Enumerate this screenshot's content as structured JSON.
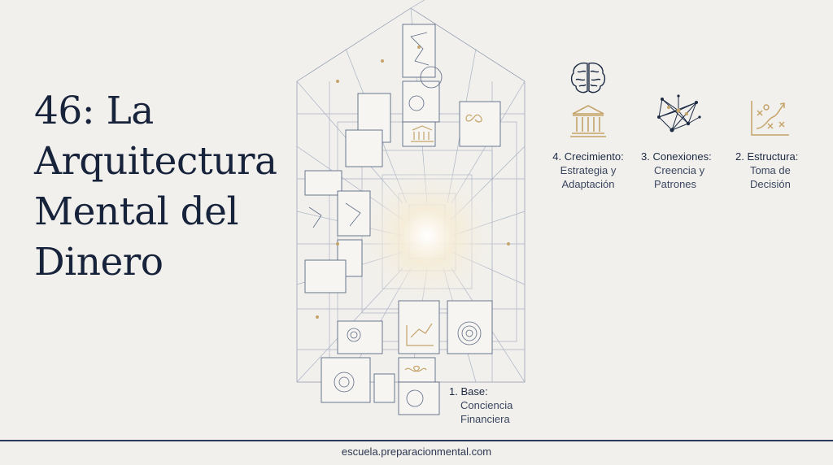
{
  "title": {
    "lines": [
      "46: La",
      "Arquitectura",
      "Mental del",
      "Dinero"
    ]
  },
  "levels": [
    {
      "heading": "1. Base:",
      "lines": [
        "Conciencia",
        "Financiera"
      ],
      "icon": "spiral-target-icon"
    },
    {
      "heading": "2. Estructura:",
      "lines": [
        "Toma de",
        "Decisión"
      ],
      "icon": "strategy-chart-icon"
    },
    {
      "heading": "3. Conexiones:",
      "lines": [
        "Creencia y",
        "Patrones"
      ],
      "icon": "network-nodes-icon"
    },
    {
      "heading": "4. Crecimiento:",
      "lines": [
        "Estrategia y",
        "Adaptación"
      ],
      "icon": "temple-icon"
    }
  ],
  "top_icon": "brain-icon",
  "footer": {
    "url": "escuela.preparacionmental.com"
  },
  "colors": {
    "ink": "#17223b",
    "gold": "#c4a46a",
    "line": "#9aa6bc",
    "background": "#f1f0ec"
  }
}
